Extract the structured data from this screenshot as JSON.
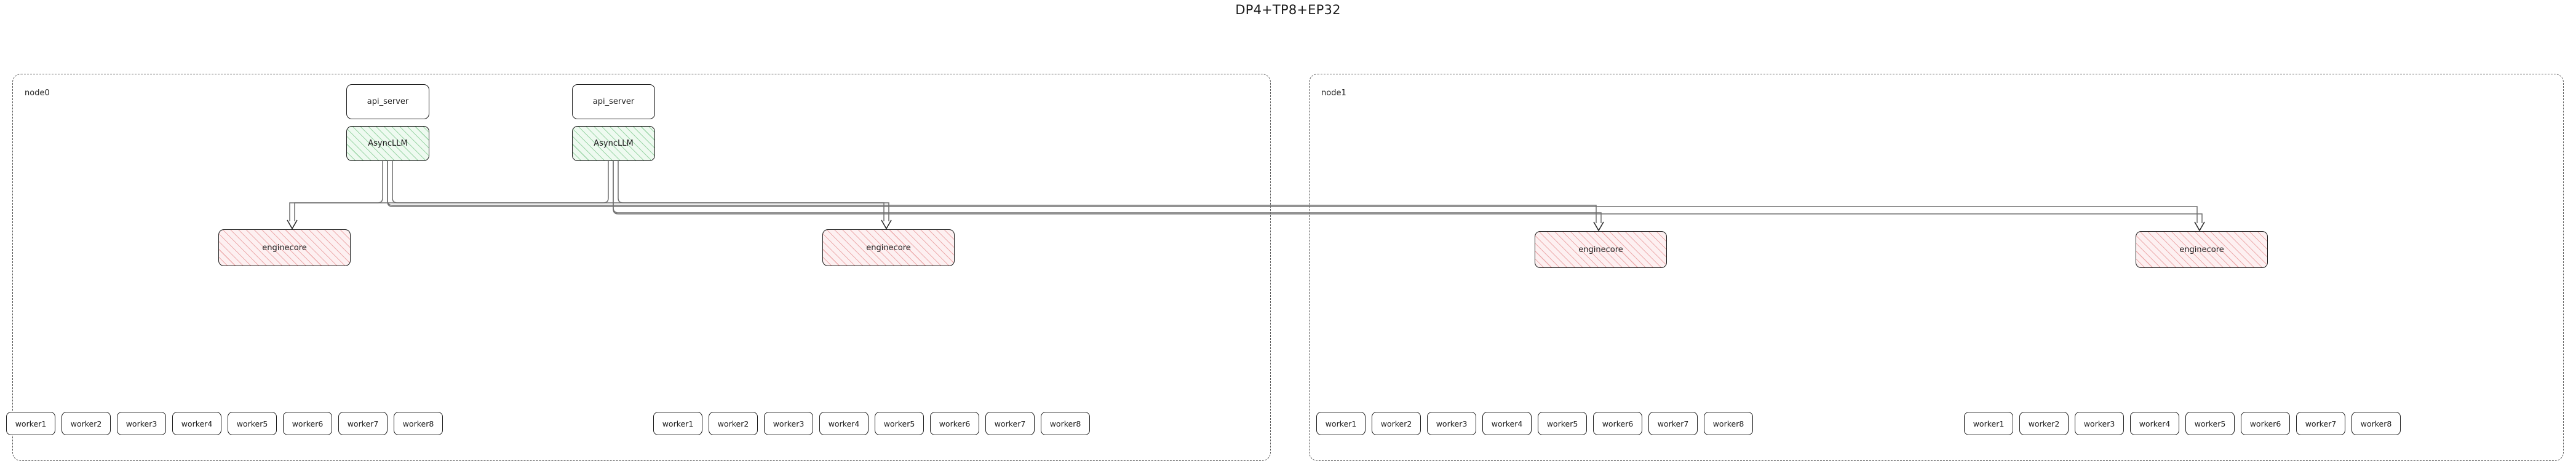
{
  "title": "DP4+TP8+EP32",
  "nodes": [
    {
      "id": "node0",
      "label": "node0",
      "api_servers": [
        {
          "label": "api_server",
          "engine_label": "AsyncLLM"
        },
        {
          "label": "api_server",
          "engine_label": "AsyncLLM"
        }
      ],
      "enginecores": [
        {
          "label": "enginecore"
        },
        {
          "label": "enginecore"
        }
      ],
      "worker_groups": [
        {
          "workers": [
            "worker1",
            "worker2",
            "worker3",
            "worker4",
            "worker5",
            "worker6",
            "worker7",
            "worker8"
          ]
        },
        {
          "workers": [
            "worker1",
            "worker2",
            "worker3",
            "worker4",
            "worker5",
            "worker6",
            "worker7",
            "worker8"
          ]
        }
      ]
    },
    {
      "id": "node1",
      "label": "node1",
      "api_servers": [],
      "enginecores": [
        {
          "label": "enginecore"
        },
        {
          "label": "enginecore"
        }
      ],
      "worker_groups": [
        {
          "workers": [
            "worker1",
            "worker2",
            "worker3",
            "worker4",
            "worker5",
            "worker6",
            "worker7",
            "worker8"
          ]
        },
        {
          "workers": [
            "worker1",
            "worker2",
            "worker3",
            "worker4",
            "worker5",
            "worker6",
            "worker7",
            "worker8"
          ]
        }
      ]
    }
  ],
  "colors": {
    "async_fill": "#eefaf0",
    "async_hatch": "#5ab96e",
    "engine_fill": "#fdf0f1",
    "engine_hatch": "#e28082",
    "box_stroke": "#1b1b1b",
    "edge_stroke": "#6f6f6f",
    "node_border": "#555555",
    "text": "#1c1c1c",
    "background": "#ffffff"
  }
}
